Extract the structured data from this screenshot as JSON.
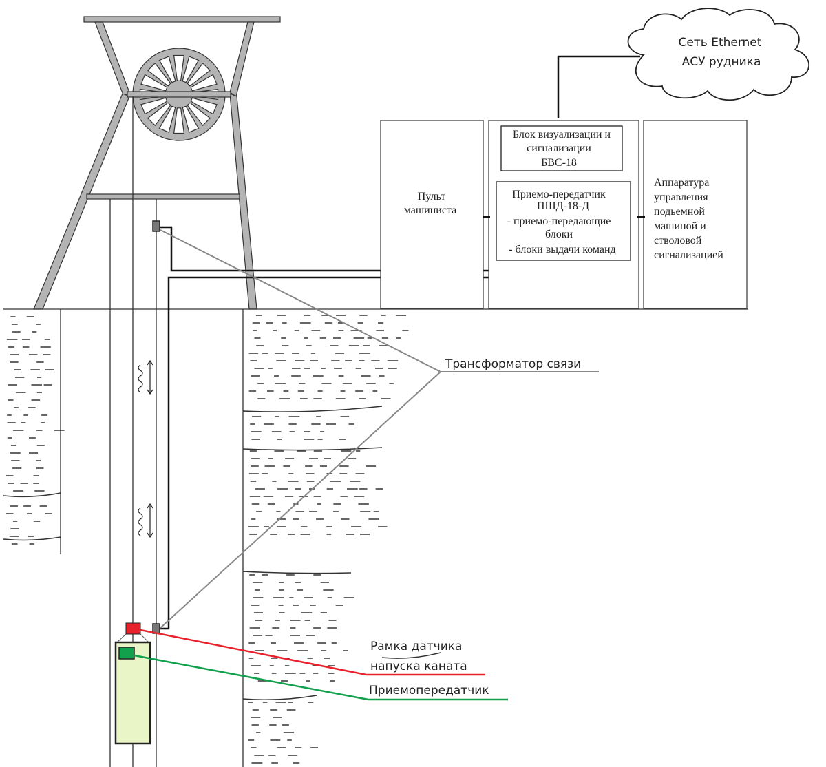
{
  "cloud": {
    "lines": [
      "Сеть Ethernet",
      "АСУ рудника"
    ]
  },
  "blocks": {
    "console": {
      "lines": [
        "Пульт",
        "машиниста"
      ]
    },
    "bvs": {
      "lines": [
        "Блок визуализации и",
        "сигнализации",
        "БВС-18"
      ]
    },
    "transceiver": {
      "lines": [
        "Приемо-передатчик",
        "ПШД-18-Д",
        "- приемо-передающие",
        "блоки",
        "- блоки выдачи команд"
      ]
    },
    "control": {
      "lines": [
        "Аппаратура",
        "управления",
        "подьемной",
        "машиной и",
        "стволовой",
        "сигнализацией"
      ]
    }
  },
  "callouts": {
    "transformer": "Трансформатор связи",
    "sensor_frame": [
      "Рамка датчика",
      "напуска каната"
    ],
    "cage_transceiver": "Приемопередатчик"
  },
  "colors": {
    "frame": "#b4b4b4",
    "sensor_frame": "#e8222c",
    "cage_transceiver": "#12a04c",
    "cage_fill": "#e9f5c6",
    "leader": "#888888"
  }
}
